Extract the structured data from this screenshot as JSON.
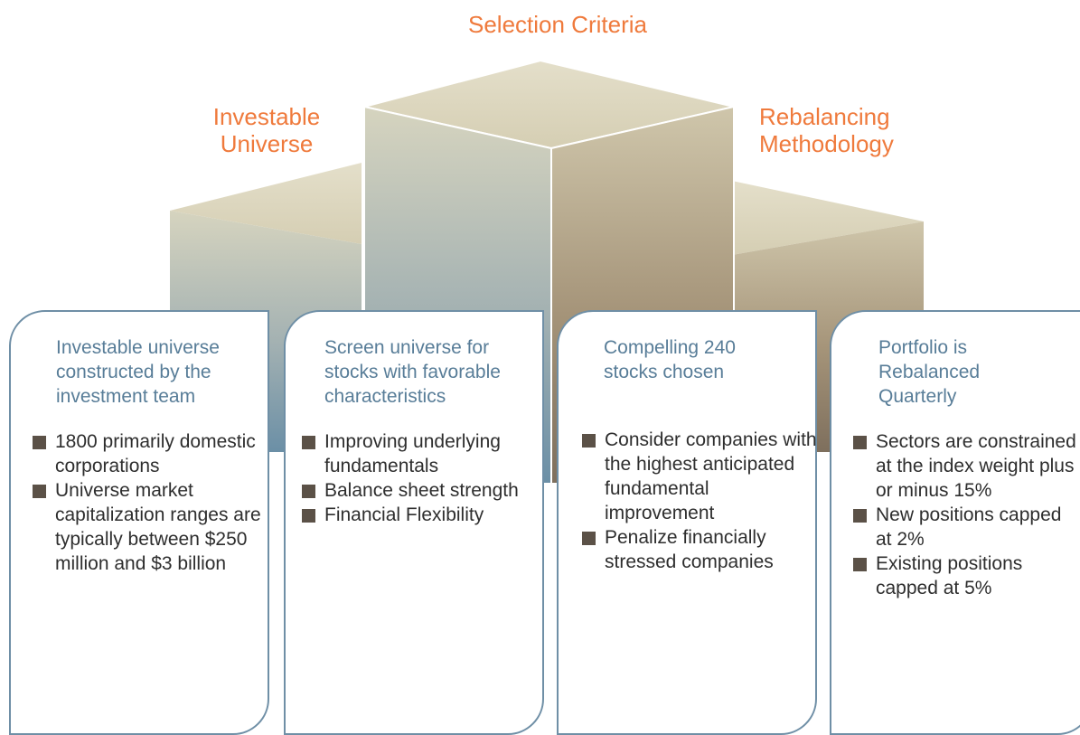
{
  "titles": {
    "selection": "Selection Criteria",
    "investable": "Investable Universe",
    "rebalancing": "Rebalancing Methodology"
  },
  "colors": {
    "title_orange": "#ef7a3c",
    "header_blue": "#587d98",
    "card_border": "#6f8fa6",
    "bullet_square": "#5b5147",
    "cube_top": "#ddd7c0",
    "cube_blue": "#7d98a9",
    "cube_brown": "#8b7b67"
  },
  "cards": [
    {
      "header": "Investable universe constructed by the investment team",
      "bullets": [
        "1800 primarily domestic corporations",
        "Universe market capitalization ranges are typically between $250 million and $3 billion"
      ]
    },
    {
      "header": "Screen universe for stocks with favorable characteristics",
      "bullets": [
        "Improving underlying fundamentals",
        "Balance sheet strength",
        "Financial Flexibility"
      ]
    },
    {
      "header": "Compelling 240 stocks chosen",
      "bullets": [
        "Consider companies with the highest anticipated fundamental improvement",
        "Penalize financially stressed companies"
      ]
    },
    {
      "header": "Portfolio is Rebalanced Quarterly",
      "bullets": [
        "Sectors are constrained at the index weight plus or minus 15%",
        "New positions capped at 2%",
        "Existing positions capped at 5%"
      ]
    }
  ]
}
